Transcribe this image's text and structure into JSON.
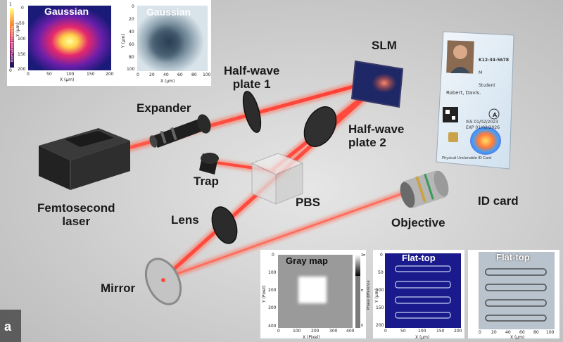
{
  "panel_letter": "a",
  "components": {
    "slm": "SLM",
    "half_wave_plate_1": [
      "Half-wave",
      "plate 1"
    ],
    "half_wave_plate_2": [
      "Half-wave",
      "plate 2"
    ],
    "expander": "Expander",
    "trap": "Trap",
    "pbs": "PBS",
    "femtosecond_laser": [
      "Femtosecond",
      "laser"
    ],
    "lens": "Lens",
    "mirror": "Mirror",
    "objective": "Objective",
    "id_card": "ID card"
  },
  "insets": {
    "gaussian_sim": {
      "title": "Gaussian",
      "xlabel": "X (μm)",
      "ylabel": "Y (μm)",
      "xticks": [
        "0",
        "50",
        "100",
        "150",
        "200"
      ],
      "yticks": [
        "0",
        "50",
        "100",
        "150",
        "200"
      ],
      "colorbar_label": "Normalized intensity",
      "colorbar_ticks": [
        "1",
        "0"
      ]
    },
    "gaussian_exp": {
      "title": "Gaussian",
      "xlabel": "X (μm)",
      "ylabel": "Y (μm)",
      "xticks": [
        "0",
        "20",
        "40",
        "60",
        "80",
        "100"
      ],
      "yticks": [
        "0",
        "20",
        "40",
        "60",
        "80",
        "100"
      ]
    },
    "gray_map": {
      "title": "Gray map",
      "xlabel": "X (Pixel)",
      "ylabel": "Y (Pixel)",
      "xticks": [
        "0",
        "100",
        "200",
        "300",
        "400"
      ],
      "yticks": [
        "0",
        "100",
        "200",
        "300",
        "400"
      ],
      "colorbar_label": "Phase difference",
      "colorbar_ticks": [
        "2π",
        "π",
        "0"
      ]
    },
    "flat_top_sim": {
      "title": "Flat-top",
      "xlabel": "X (μm)",
      "ylabel": "Y (μm)",
      "xticks": [
        "0",
        "50",
        "100",
        "150",
        "200"
      ],
      "yticks": [
        "0",
        "50",
        "100",
        "150",
        "200"
      ]
    },
    "flat_top_exp": {
      "title": "Flat-top",
      "xlabel": "X (μm)",
      "xticks": [
        "0",
        "20",
        "40",
        "60",
        "80",
        "100"
      ]
    }
  },
  "id_card": {
    "id_number": "K12-34-5678",
    "name": "Robert, Davis.",
    "sex": "M",
    "role": "Student",
    "iss": "ISS 01/02/2023",
    "exp": "EXP 01/02/2026",
    "grade_badge": "A",
    "footer": "Physical Unclonable ID Card"
  },
  "colors": {
    "background": "#d9d9d9",
    "beam": "#ff4a3d",
    "slm_screen": "#1e2866",
    "laser_body": "#2b2b2b",
    "gaussian_core": "#ffff66",
    "flat_top_bg": "#1a1a8c"
  }
}
